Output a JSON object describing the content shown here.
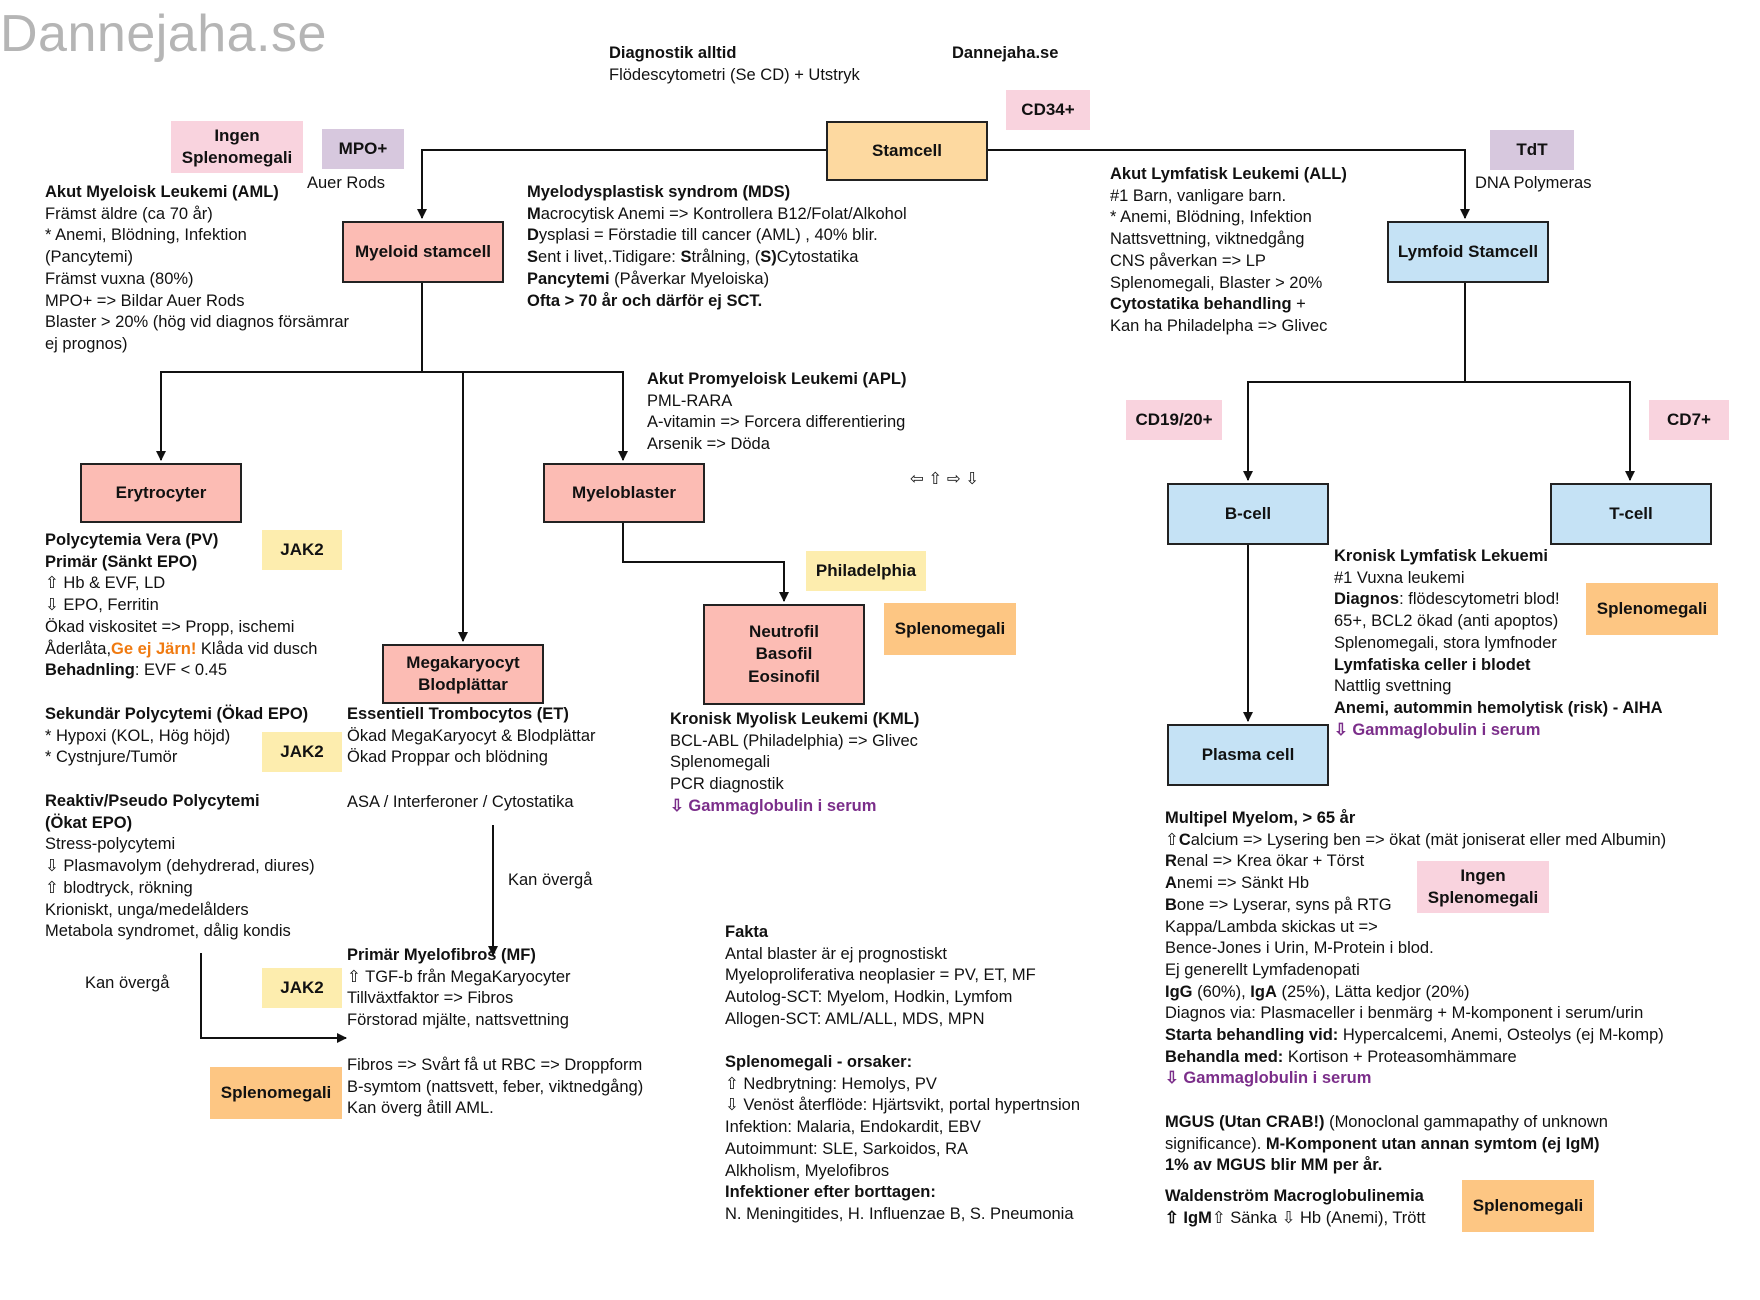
{
  "watermark": "Dannejaha.se",
  "site": "Dannejaha.se",
  "intro": {
    "l1": "Diagnostik alltid",
    "l2": "Flödescytometri (Se CD) + Utstryk"
  },
  "nodes": {
    "stamcell": "Stamcell",
    "myeloid": "Myeloid stamcell",
    "lymfoid": "Lymfoid Stamcell",
    "erytrocyter": "Erytrocyter",
    "myeloblaster": "Myeloblaster",
    "megakaryocyt": [
      "Megakaryocyt",
      "Blodplättar"
    ],
    "neutrofil": [
      "Neutrofil",
      "Basofil",
      "Eosinofil"
    ],
    "bcell": "B-cell",
    "tcell": "T-cell",
    "plasma": "Plasma cell"
  },
  "tags": {
    "cd34": "CD34+",
    "tdt": "TdT",
    "mpo": "MPO+",
    "ingen_aml": [
      "Ingen",
      "Splenomegali"
    ],
    "jak2": "JAK2",
    "philadelphia": "Philadelphia",
    "spleno": "Splenomegali",
    "cd19": "CD19/20+",
    "cd7": "CD7+",
    "ingen_mm": [
      "Ingen",
      "Splenomegali"
    ]
  },
  "labels": {
    "auer": "Auer Rods",
    "dna": "DNA Polymeras",
    "arrows": "⇦ ⇧ ⇨ ⇩",
    "kan1": "Kan övergå",
    "kan2": "Kan övergå"
  },
  "aml": [
    "Akut Myeloisk Leukemi (AML)",
    "Främst äldre (ca 70 år)",
    "* Anemi,  Blödning, Infektion",
    "(Pancytemi)",
    "Främst vuxna (80%)",
    "MPO+ => Bildar Auer Rods",
    "Blaster > 20% (hög vid diagnos försämrar",
    "ej prognos)"
  ],
  "mds": {
    "title": "Myelodysplastisk syndrom (MDS)",
    "l1a": "M",
    "l1b": "acrocytisk Anemi  => Kontrollera B12/Folat/Alkohol",
    "l2a": "D",
    "l2b": "ysplasi = Förstadie till cancer (AML) , 40% blir.",
    "l3a": "S",
    "l3b": "ent i livet,.Tidigare: ",
    "l3c": "S",
    "l3d": "trålning, (",
    "l3e": "S)",
    "l3f": "Cytostatika",
    "l4a": "Pancytemi",
    "l4b": " (Påverkar Myeloiska)",
    "l5": "Ofta  > 70 år och därför ej SCT."
  },
  "all": [
    "Akut Lymfatisk Leukemi (ALL)",
    "#1 Barn, vanligare barn.",
    "* Anemi,  Blödning, Infektion",
    "Nattsvettning, viktnedgång",
    "CNS påverkan => LP",
    "Splenomegali, Blaster > 20%",
    "Cytostatika behandling",
    " +",
    "Kan ha Philadelpha => Glivec"
  ],
  "apl": [
    "Akut Promyeloisk Leukemi (APL)",
    "PML-RARA",
    "A-vitamin => Forcera differentiering",
    "Arsenik => Döda"
  ],
  "pv": {
    "t1": "Polycytemia Vera (PV)",
    "t2": "Primär (Sänkt EPO)",
    "l1": "⇧ Hb & EVF, LD",
    "l2": "⇩ EPO, Ferritin",
    "l3": "Ökad viskositet => Propp, ischemi",
    "l4a": "Åderlåta,",
    "l4b": "Ge ej Järn!",
    "l4c": " Klåda vid dusch",
    "l5a": "Behadnling",
    "l5b": ": EVF < 0.45"
  },
  "sek": [
    "Sekundär Polycytemi (Ökad EPO)",
    "* Hypoxi (KOL, Hög höjd)",
    "* Cystnjure/Tumör"
  ],
  "reak": [
    "Reaktiv/Pseudo Polycytemi",
    "(Ökat EPO)",
    "Stress-polycytemi",
    "⇩ Plasmavolym (dehydrerad, diures)",
    "⇧ blodtryck, rökning",
    "Krioniskt, unga/medelålders",
    "Metabola syndromet, dålig kondis"
  ],
  "et": [
    "Essentiell Trombocytos (ET)",
    "Ökad MegaKaryocyt & Blodplättar",
    "Ökad Proppar och blödning",
    "ASA / Interferoner / Cytostatika"
  ],
  "mf": [
    "Primär Myelofibros (MF)",
    "⇧ TGF-b från MegaKaryocyter",
    "Tillväxtfaktor => Fibros",
    "Förstorad mjälte, nattsvettning",
    "Fibros => Svårt få ut RBC => Droppform",
    "B-symtom (nattsvett, feber, viktnedgång)",
    "Kan överg åtill AML."
  ],
  "kml": [
    "Kronisk Myolisk Leukemi (KML)",
    "BCL-ABL (Philadelphia) => Glivec",
    "Splenomegali",
    "PCR diagnostik",
    "⇩ Gammaglobulin i serum"
  ],
  "kll": [
    "Kronisk Lymfatisk Lekuemi",
    "#1 Vuxna leukemi",
    "Diagnos",
    ":  flödescytometri blod!",
    "65+, BCL2 ökad (anti apoptos)",
    "Splenomegali, stora lymfnoder",
    "Lymfatiska celler i blodet",
    "Nattlig svettning",
    "Anemi, autommin hemolytisk (risk) - AIHA",
    "⇩ Gammaglobulin i serum"
  ],
  "mm": {
    "t": "Multipel Myelom, > 65 år",
    "c1": "⇧",
    "c2": "C",
    "c3": "alcium => Lysering ben => ökat (mät joniserat eller med Albumin)",
    "r1": "R",
    "r2": "enal => Krea ökar + Törst",
    "a1": "A",
    "a2": "nemi => Sänkt Hb",
    "b1": "B",
    "b2": "one => Lyserar, syns på RTG",
    "k1": "Kappa/Lambda skickas ut =>",
    "k2": "Bence-Jones i Urin, M-Protein i blod.",
    "ej": "Ej generellt Lymfadenopati",
    "ig1": "IgG",
    "ig2": " (60%), ",
    "ig3": "IgA",
    "ig4": " (25%), Lätta kedjor (20%)",
    "dia": "Diagnos via: Plasmaceller i benmärg + M-komponent i serum/urin",
    "st1": "Starta behandling vid:",
    "st2": " Hypercalcemi, Anemi, Osteolys (ej M-komp)",
    "be1": "Behandla med:",
    "be2": " Kortison + Proteasomhämmare",
    "gam": "⇩ Gammaglobulin i serum"
  },
  "mgus": {
    "a": "MGUS (Utan CRAB!)",
    "b": " (Monoclonal gammapathy of unknown",
    "c": "significance). ",
    "d": "M-Komponent utan annan symtom (ej IgM)",
    "e": "1% av MGUS blir MM per år."
  },
  "wald": {
    "t": "Waldenström Macroglobulinemia",
    "a": "⇧ IgM",
    "b": "⇧ Sänka ⇩ Hb (Anemi), Trött"
  },
  "fakta": [
    "Fakta",
    "Antal blaster är ej prognostiskt",
    "Myeloproliferativa neoplasier = PV, ET, MF",
    "Autolog-SCT: Myelom, Hodkin, Lymfom",
    "Allogen-SCT: AML/ALL, MDS, MPN"
  ],
  "spl": [
    "Splenomegali - orsaker:",
    "⇧ Nedbrytning: Hemolys, PV",
    "⇩ Venöst återflöde: Hjärtsvikt, portal hypertnsion",
    "Infektion: Malaria, Endokardit, EBV",
    "Autoimmunt: SLE, Sarkoidos, RA",
    "Alkholism, Myelofibros",
    "Infektioner efter borttagen:",
    "N. Meningitides, H. Influenzae B, S. Pneumonia"
  ]
}
